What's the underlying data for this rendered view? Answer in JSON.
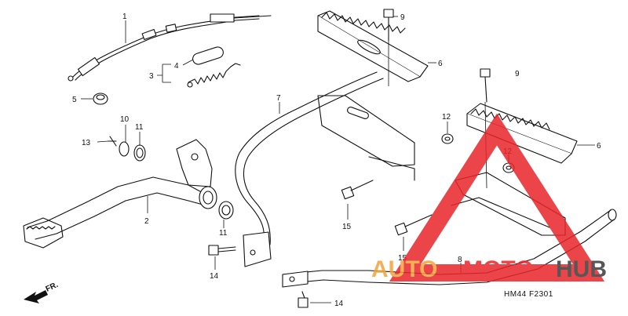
{
  "callouts": [
    {
      "id": "c1",
      "text": "1"
    },
    {
      "id": "c3",
      "text": "3"
    },
    {
      "id": "c4",
      "text": "4"
    },
    {
      "id": "c5",
      "text": "5"
    },
    {
      "id": "c2",
      "text": "2"
    },
    {
      "id": "c6a",
      "text": "6"
    },
    {
      "id": "c6b",
      "text": "6"
    },
    {
      "id": "c7",
      "text": "7"
    },
    {
      "id": "c8",
      "text": "8"
    },
    {
      "id": "c9a",
      "text": "9"
    },
    {
      "id": "c9b",
      "text": "9"
    },
    {
      "id": "c10",
      "text": "10"
    },
    {
      "id": "c11a",
      "text": "11"
    },
    {
      "id": "c11b",
      "text": "11"
    },
    {
      "id": "c12a",
      "text": "12"
    },
    {
      "id": "c12b",
      "text": "12"
    },
    {
      "id": "c13",
      "text": "13"
    },
    {
      "id": "c14a",
      "text": "14"
    },
    {
      "id": "c14b",
      "text": "14"
    },
    {
      "id": "c15a",
      "text": "15"
    },
    {
      "id": "c15b",
      "text": "15"
    }
  ],
  "front_arrow_label": "FR.",
  "diagram_code": "HM44  F2301",
  "watermark": {
    "part1": "AUTO",
    "part2": "MOTO",
    "part3": "HUB",
    "color_red": "#e8242a",
    "color_orange": "#f2a33a",
    "color_dark": "#3a3a3a"
  }
}
